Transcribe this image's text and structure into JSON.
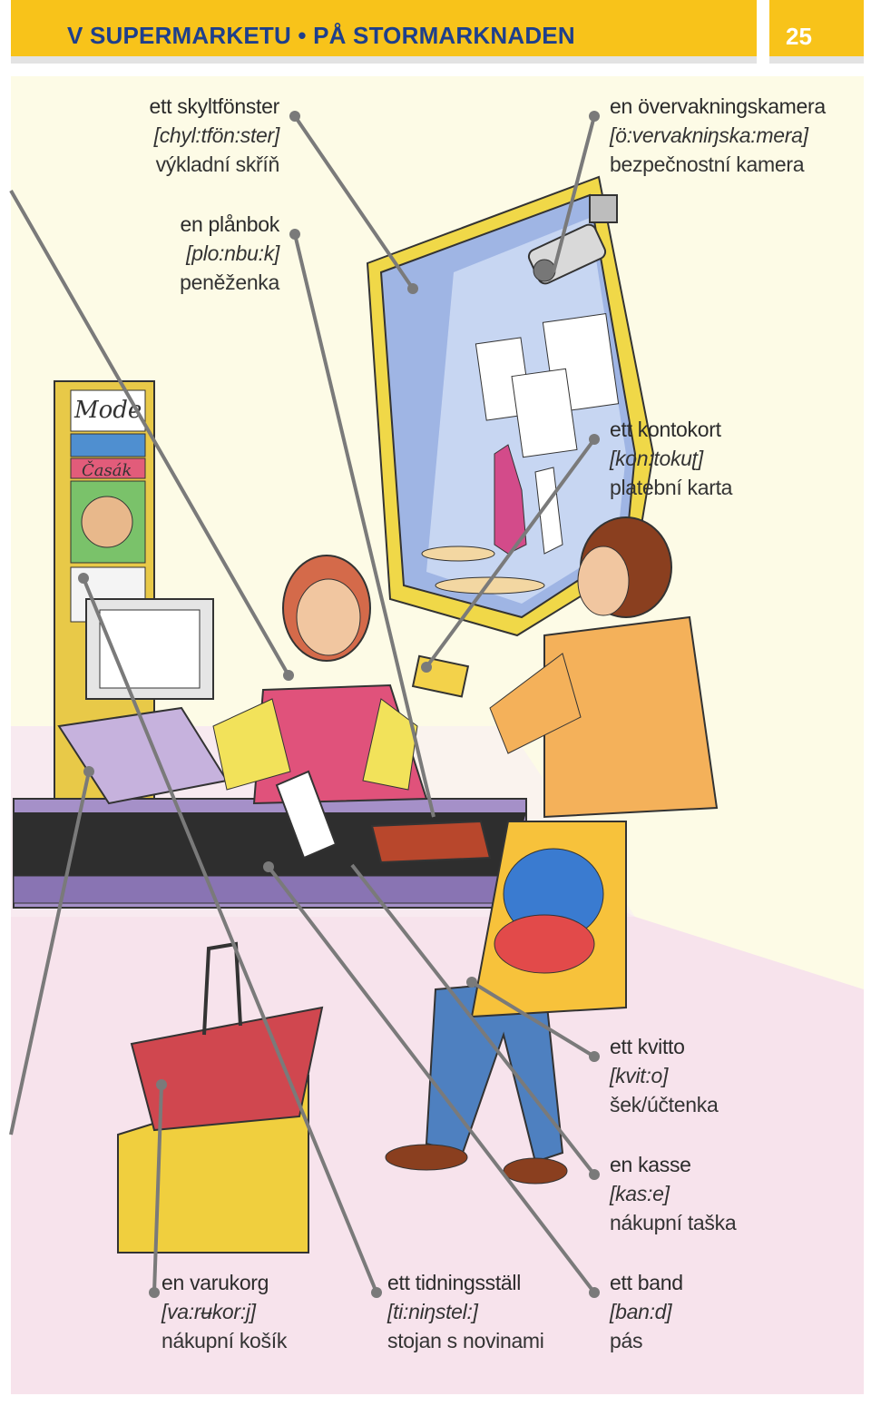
{
  "header": {
    "title": "V SUPERMARKETU • PÅ STORMARKNADEN",
    "page_number": "25"
  },
  "colors": {
    "header_yellow": "#f8c31a",
    "title_blue": "#1e3f8c",
    "leader_gray": "#7a7a7a",
    "background_cream": "#fdfbe6",
    "floor_pink": "#f7e3ec"
  },
  "vocabulary": [
    {
      "id": "skyltfonster",
      "word": "ett skyltfönster",
      "pron": "[chyl:tfön:ster]",
      "trans": "výkladní skříň"
    },
    {
      "id": "overvakningskamera",
      "word": "en övervakningskamera",
      "pron": "[ö:vervakniŋska:mera]",
      "trans": "bezpečnostní kamera"
    },
    {
      "id": "planbok",
      "word": "en plånbok",
      "pron": "[plo:nbu:k]",
      "trans": "peněženka"
    },
    {
      "id": "kontokort",
      "word": "ett kontokort",
      "pron": "[kon:tokuʈ]",
      "trans": "platební karta"
    },
    {
      "id": "kvitto",
      "word": "ett kvitto",
      "pron": "[kvit:o]",
      "trans": "šek/účtenka"
    },
    {
      "id": "kasse",
      "word": "en kasse",
      "pron": "[kas:e]",
      "trans": "nákupní taška"
    },
    {
      "id": "varukorg",
      "word": "en varukorg",
      "pron": "[va:rʉkor:j]",
      "trans": "nákupní košík"
    },
    {
      "id": "tidningsstall",
      "word": "ett tidningsställ",
      "pron": "[ti:niŋstel:]",
      "trans": "stojan s novinami"
    },
    {
      "id": "band",
      "word": "ett band",
      "pron": "[ban:d]",
      "trans": "pás"
    }
  ],
  "illustration": {
    "rack_sign_1": "Mode",
    "rack_sign_2": "Časák"
  }
}
